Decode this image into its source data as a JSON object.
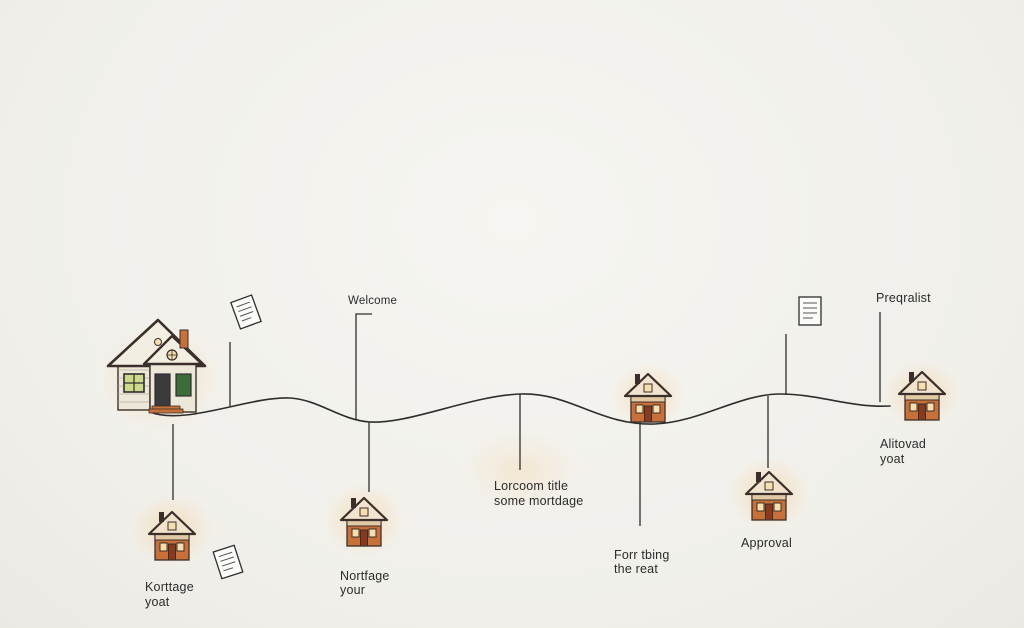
{
  "labels": {
    "welcome": "Welcome",
    "prequalify": "Preqralist",
    "roadmap_line1": "Lorcoom title",
    "roadmap_line2": "some mortdage",
    "step_left_line1": "Korttage",
    "step_left_line2": "yoat",
    "step_center_left_line1": "Nortfage",
    "step_center_left_line2": "your",
    "step_center_right_line1": "Forr tbing",
    "step_center_right_line2": "the reat",
    "approval": "Approval",
    "step_right_line1": "Alitovad",
    "step_right_line2": "yoat"
  },
  "colors": {
    "line": "#2e2e2e",
    "house_orange": "#c8703a",
    "house_siding": "#e9e4d6",
    "roof_dark": "#3a2f2a",
    "glow": "#f7c88a",
    "door_green": "#3e6b3a",
    "window_green": "#cfd98a"
  }
}
